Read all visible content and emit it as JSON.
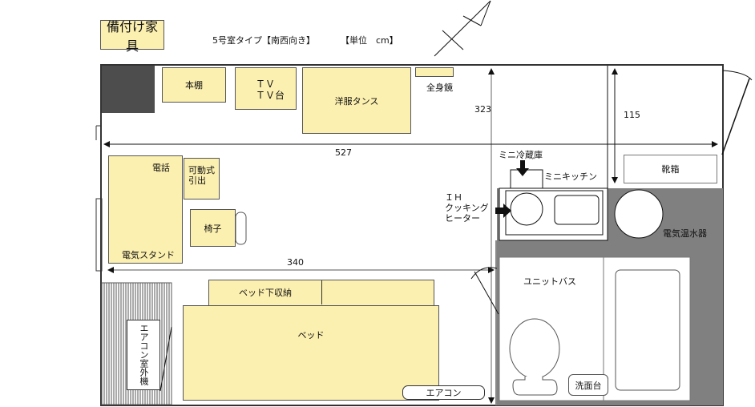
{
  "header": {
    "title": "備付け家具",
    "room_type": "5号室タイプ【南西向き】",
    "unit": "【単位　cm】"
  },
  "dimensions": {
    "depth": "323",
    "width": "527",
    "entry": "115",
    "main_room": "340"
  },
  "furniture": {
    "bookshelf": "本棚",
    "tv": "ＴＶ",
    "tv_stand": "ＴＶ台",
    "wardrobe": "洋服タンス",
    "mirror": "全身鏡",
    "phone": "電話",
    "drawer": "可動式\n引出",
    "drawer_l1": "可動式",
    "drawer_l2": "引出",
    "chair": "椅子",
    "desk_lamp": "電気スタンド",
    "under_bed_storage": "ベッド下収納",
    "bed": "ベッド",
    "air_conditioner": "エアコン",
    "ac_outdoor_unit": "エアコン室外機",
    "mini_fridge": "ミニ冷蔵庫",
    "mini_kitchen": "ミニキッチン",
    "ih_l1": "ＩＨ",
    "ih_l2": "クッキング",
    "ih_l3": "ヒーター",
    "shoe_box": "靴箱",
    "water_heater": "電気温水器",
    "unit_bath": "ユニットバス",
    "washbasin": "洗面台"
  },
  "colors": {
    "furniture": "#fcf0b0",
    "wall_dark": "#4d4d4d",
    "utility": "#808080"
  }
}
